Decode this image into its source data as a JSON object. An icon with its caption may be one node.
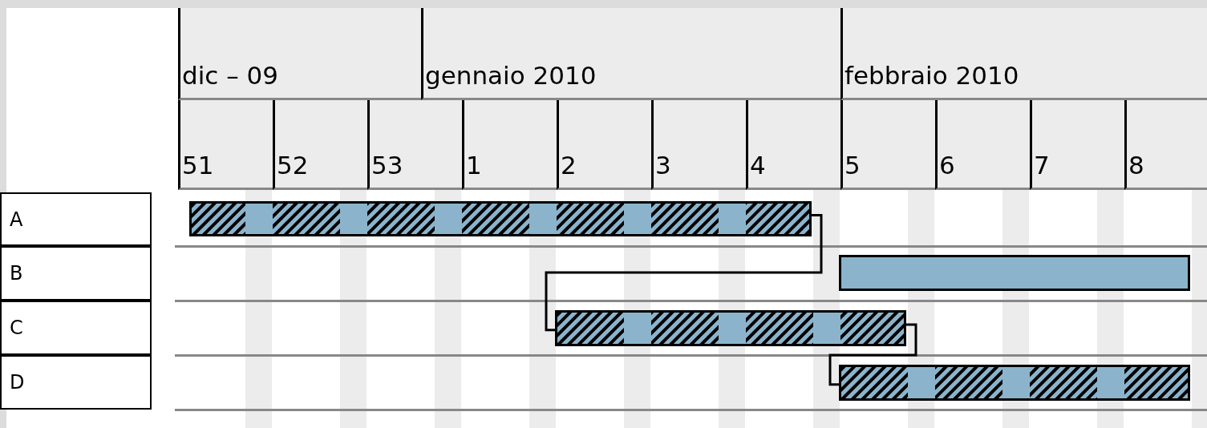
{
  "diagram": {
    "nodes": [
      {
        "text": [
          "A"
        ]
      },
      {
        "text": [
          "B"
        ]
      },
      {
        "text": [
          "C"
        ]
      },
      {
        "text": [
          "D"
        ]
      },
      {
        "text": [],
        "shape": "bar"
      },
      {
        "text": [],
        "shape": "bar"
      },
      {
        "text": [],
        "shape": "bar"
      },
      {
        "text": [],
        "shape": "bar"
      }
    ],
    "edges": [
      {
        "from": 4,
        "to": 6,
        "arrow": "none"
      },
      {
        "from": 6,
        "to": 7,
        "arrow": "none"
      }
    ],
    "labels": [
      "dic – 09",
      "gennaio 2010",
      "febbraio 2010",
      "51",
      "52",
      "53",
      "1",
      "2",
      "3",
      "4",
      "5",
      "6",
      "7",
      "8"
    ]
  }
}
